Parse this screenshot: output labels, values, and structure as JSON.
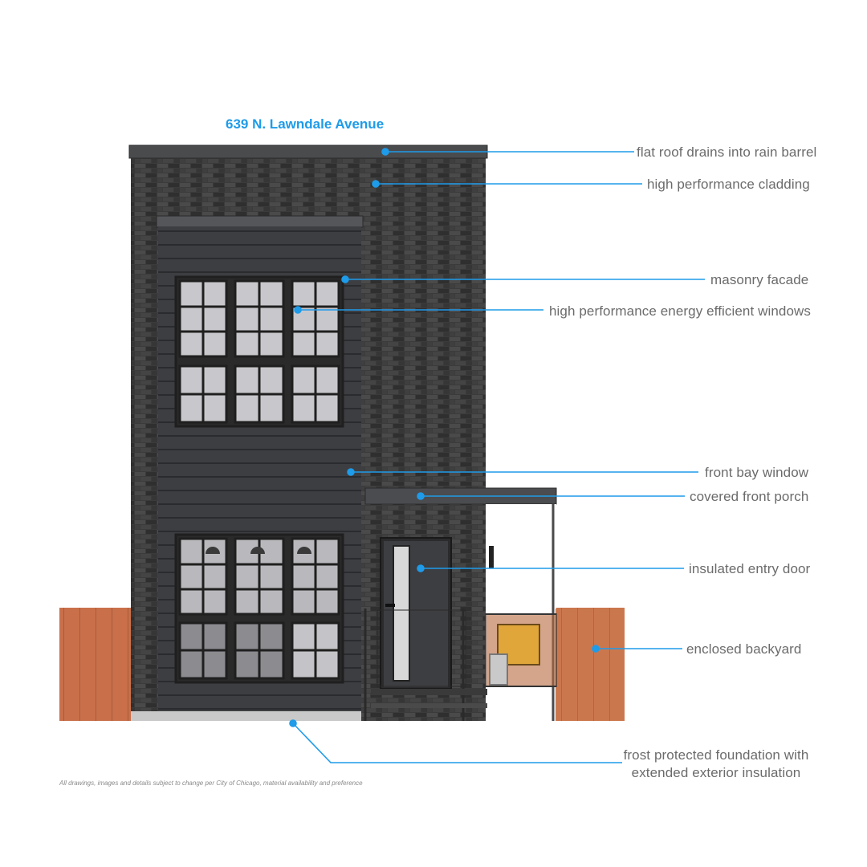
{
  "title": "639 N. Lawndale Avenue",
  "accent_color": "#1e9be9",
  "callouts": {
    "roof": "flat roof drains into rain barrel",
    "cladding": "high performance cladding",
    "masonry": "masonry facade",
    "windows": "high performance energy efficient windows",
    "bay": "front bay window",
    "porch": "covered front porch",
    "door": "insulated entry door",
    "backyard": "enclosed backyard",
    "foundation_line1": "frost protected foundation with",
    "foundation_line2": "extended exterior insulation"
  },
  "disclaimer": "All drawings, images and details subject to change per City of Chicago, material availability and preference"
}
